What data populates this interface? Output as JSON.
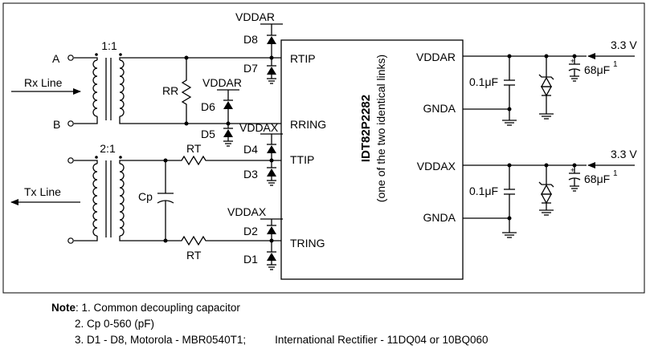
{
  "chip": {
    "name": "IDT82P2282",
    "subtitle": "(one of the two identical links)",
    "left_pins": [
      "RTIP",
      "RRING",
      "TTIP",
      "TRING"
    ],
    "right_pins": [
      "VDDAR",
      "GNDA",
      "VDDAX",
      "GNDA"
    ]
  },
  "line_side": {
    "node_a": "A",
    "node_b": "B",
    "rx_label": "Rx Line",
    "tx_label": "Tx Line",
    "rx_ratio": "1:1",
    "tx_ratio": "2:1"
  },
  "components": {
    "rr": "RR",
    "rt_top": "RT",
    "rt_bottom": "RT",
    "cp": "Cp"
  },
  "diodes": [
    "D8",
    "D7",
    "D6",
    "D5",
    "D4",
    "D3",
    "D2",
    "D1"
  ],
  "rails": {
    "vddar_top": "VDDAR",
    "vddar_mid": "VDDAR",
    "vddax_mid": "VDDAX",
    "vddax_bottom": "VDDAX"
  },
  "supply": {
    "voltage_1": "3.3 V",
    "voltage_2": "3.3 V",
    "cap_small_1": "0.1μF",
    "cap_small_2": "0.1μF",
    "cap_large_1": "68μF",
    "cap_large_2": "68μF",
    "cap_note_mark": "1"
  },
  "notes": {
    "label": "Note",
    "line1": ": 1. Common decoupling capacitor",
    "line2": "2. Cp 0-560 (pF)",
    "line3a": "3. D1 - D8, Motorola - MBR0540T1;",
    "line3b": "International Rectifier - 11DQ04 or 10BQ060"
  }
}
